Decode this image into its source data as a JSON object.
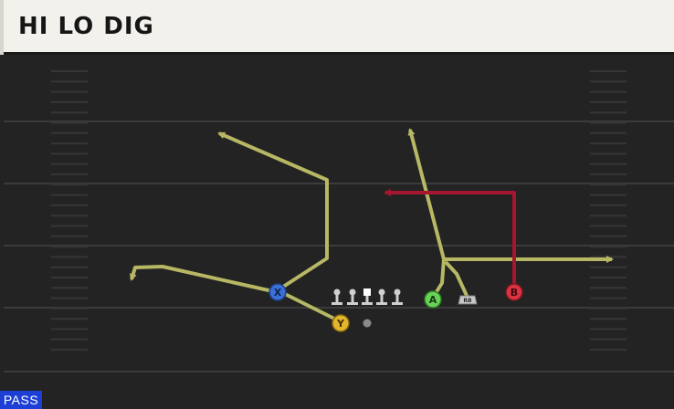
{
  "play": {
    "title": "HI LO DIG",
    "type": "PASS"
  },
  "colors": {
    "background": "#232323",
    "yard_line": "#3b3b3b",
    "route_main": "#b7b764",
    "route_highlight": "#a5162f",
    "player_x": "#3a6fd8",
    "player_y": "#e3b62b",
    "player_a": "#6ad05a",
    "player_b": "#d93442",
    "lineman": "#cfcfcf",
    "badge": "#1d3fd6"
  },
  "players": {
    "x": {
      "label": "X",
      "icon": "blue-circle-icon"
    },
    "y": {
      "label": "Y",
      "icon": "yellow-circle-icon"
    },
    "a": {
      "label": "A",
      "icon": "green-circle-icon"
    },
    "b": {
      "label": "B",
      "icon": "red-circle-icon"
    },
    "rb": {
      "label": "RB",
      "icon": "running-back-shield-icon"
    }
  }
}
